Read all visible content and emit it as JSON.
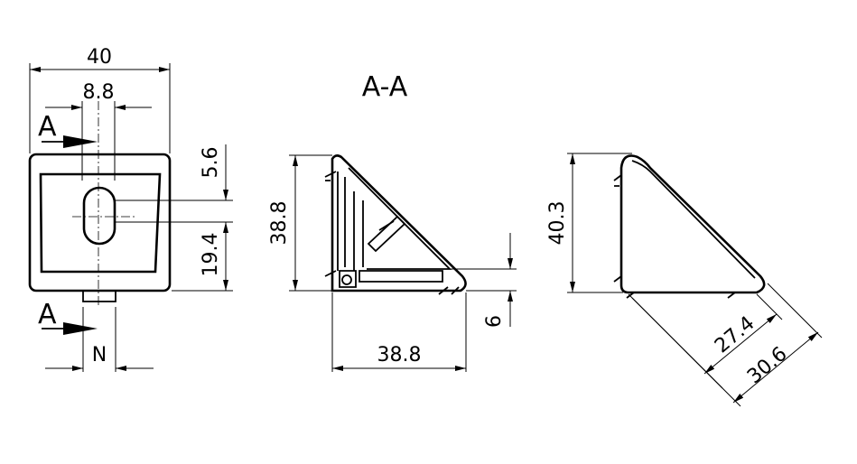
{
  "section_title": "A-A",
  "front_view": {
    "width": "40",
    "slot_width": "8.8",
    "section_mark_top": "A",
    "section_mark_bottom": "A",
    "slot_offset_top": "5.6",
    "slot_offset_bottom": "19.4",
    "nut_label": "N"
  },
  "section_view": {
    "height": "38.8",
    "base_length": "38.8",
    "lip_thickness": "6"
  },
  "side_view": {
    "height": "40.3",
    "inner_diagonal": "27.4",
    "outer_diagonal": "30.6"
  }
}
